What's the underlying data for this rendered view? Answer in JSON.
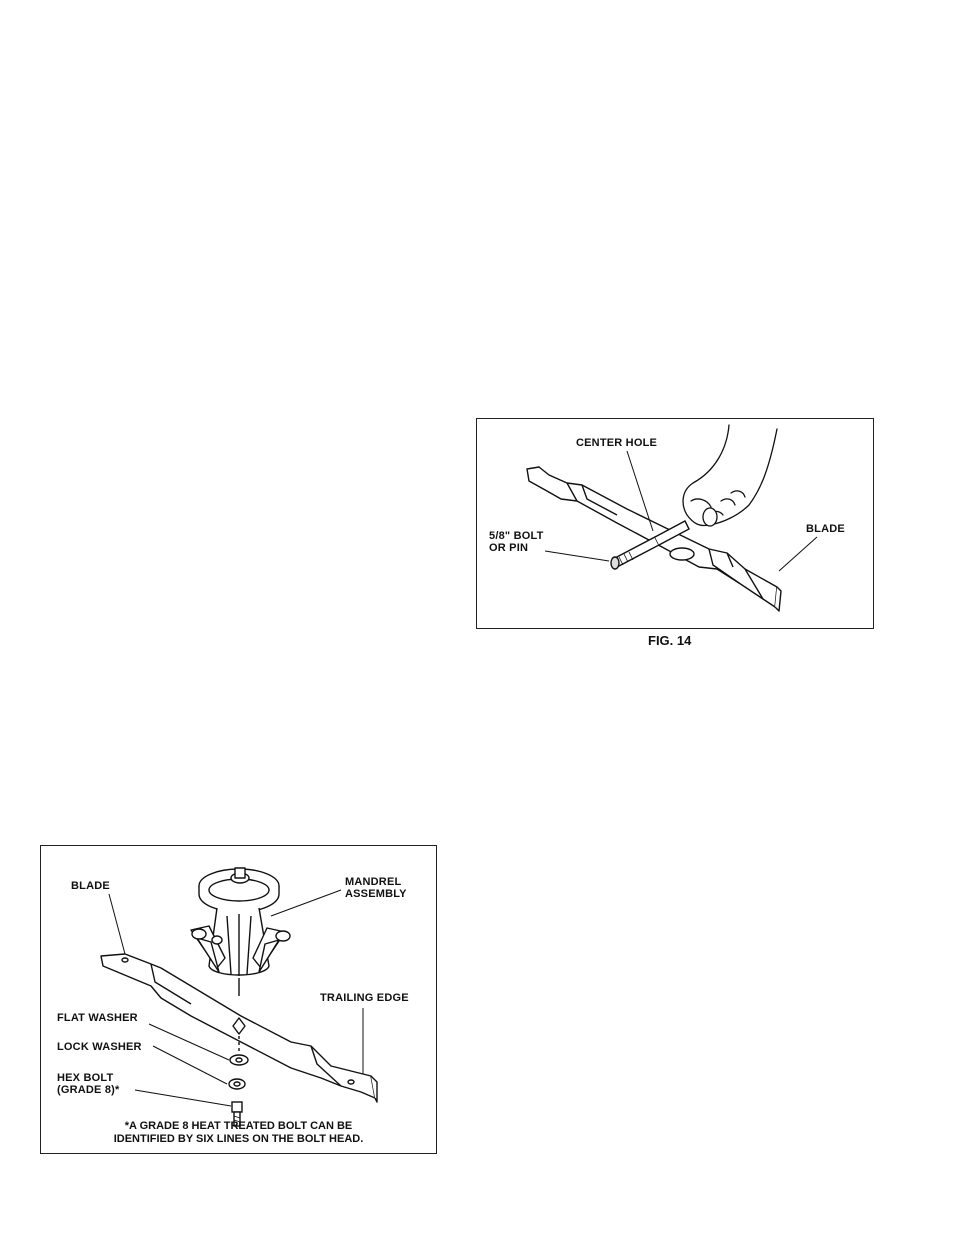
{
  "fig14": {
    "caption": "FIG. 14",
    "labels": {
      "center_hole": "CENTER HOLE",
      "bolt_line1": "5/8\" BOLT",
      "bolt_line2": "OR PIN",
      "blade": "BLADE"
    }
  },
  "fig15": {
    "labels": {
      "blade": "BLADE",
      "mandrel_line1": "MANDREL",
      "mandrel_line2": "ASSEMBLY",
      "trailing_edge": "TRAILING EDGE",
      "flat_washer": "FLAT WASHER",
      "lock_washer": "LOCK WASHER",
      "hex_bolt_line1": "HEX BOLT",
      "hex_bolt_line2": "(GRADE 8)*"
    },
    "note_line1": "*A GRADE 8 HEAT TREATED BOLT CAN BE",
    "note_line2": "IDENTIFIED BY SIX LINES ON THE BOLT HEAD."
  }
}
